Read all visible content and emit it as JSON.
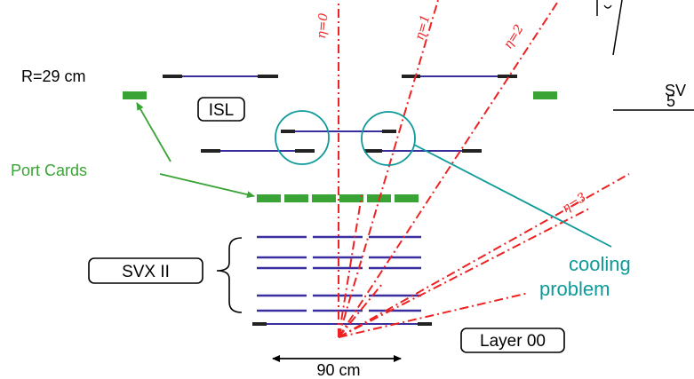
{
  "labels": {
    "radius": "R=29 cm",
    "isl": "ISL",
    "port_cards": "Port Cards",
    "svx": "SVX II",
    "layer00": "Layer 00",
    "width": "90 cm",
    "cooling_line1": "cooling",
    "cooling_line2": "problem",
    "partial_right_1": "SV",
    "partial_right_2": "5"
  },
  "eta_lines": [
    "η=0",
    "η=1",
    "η=2",
    "η=3"
  ],
  "colors": {
    "ladder": "#3a2fa0",
    "ladder_end": "#222222",
    "port_card": "#3aa335",
    "eta": "#ee2222",
    "callout": "#0e9a9a",
    "text": "#000000"
  }
}
